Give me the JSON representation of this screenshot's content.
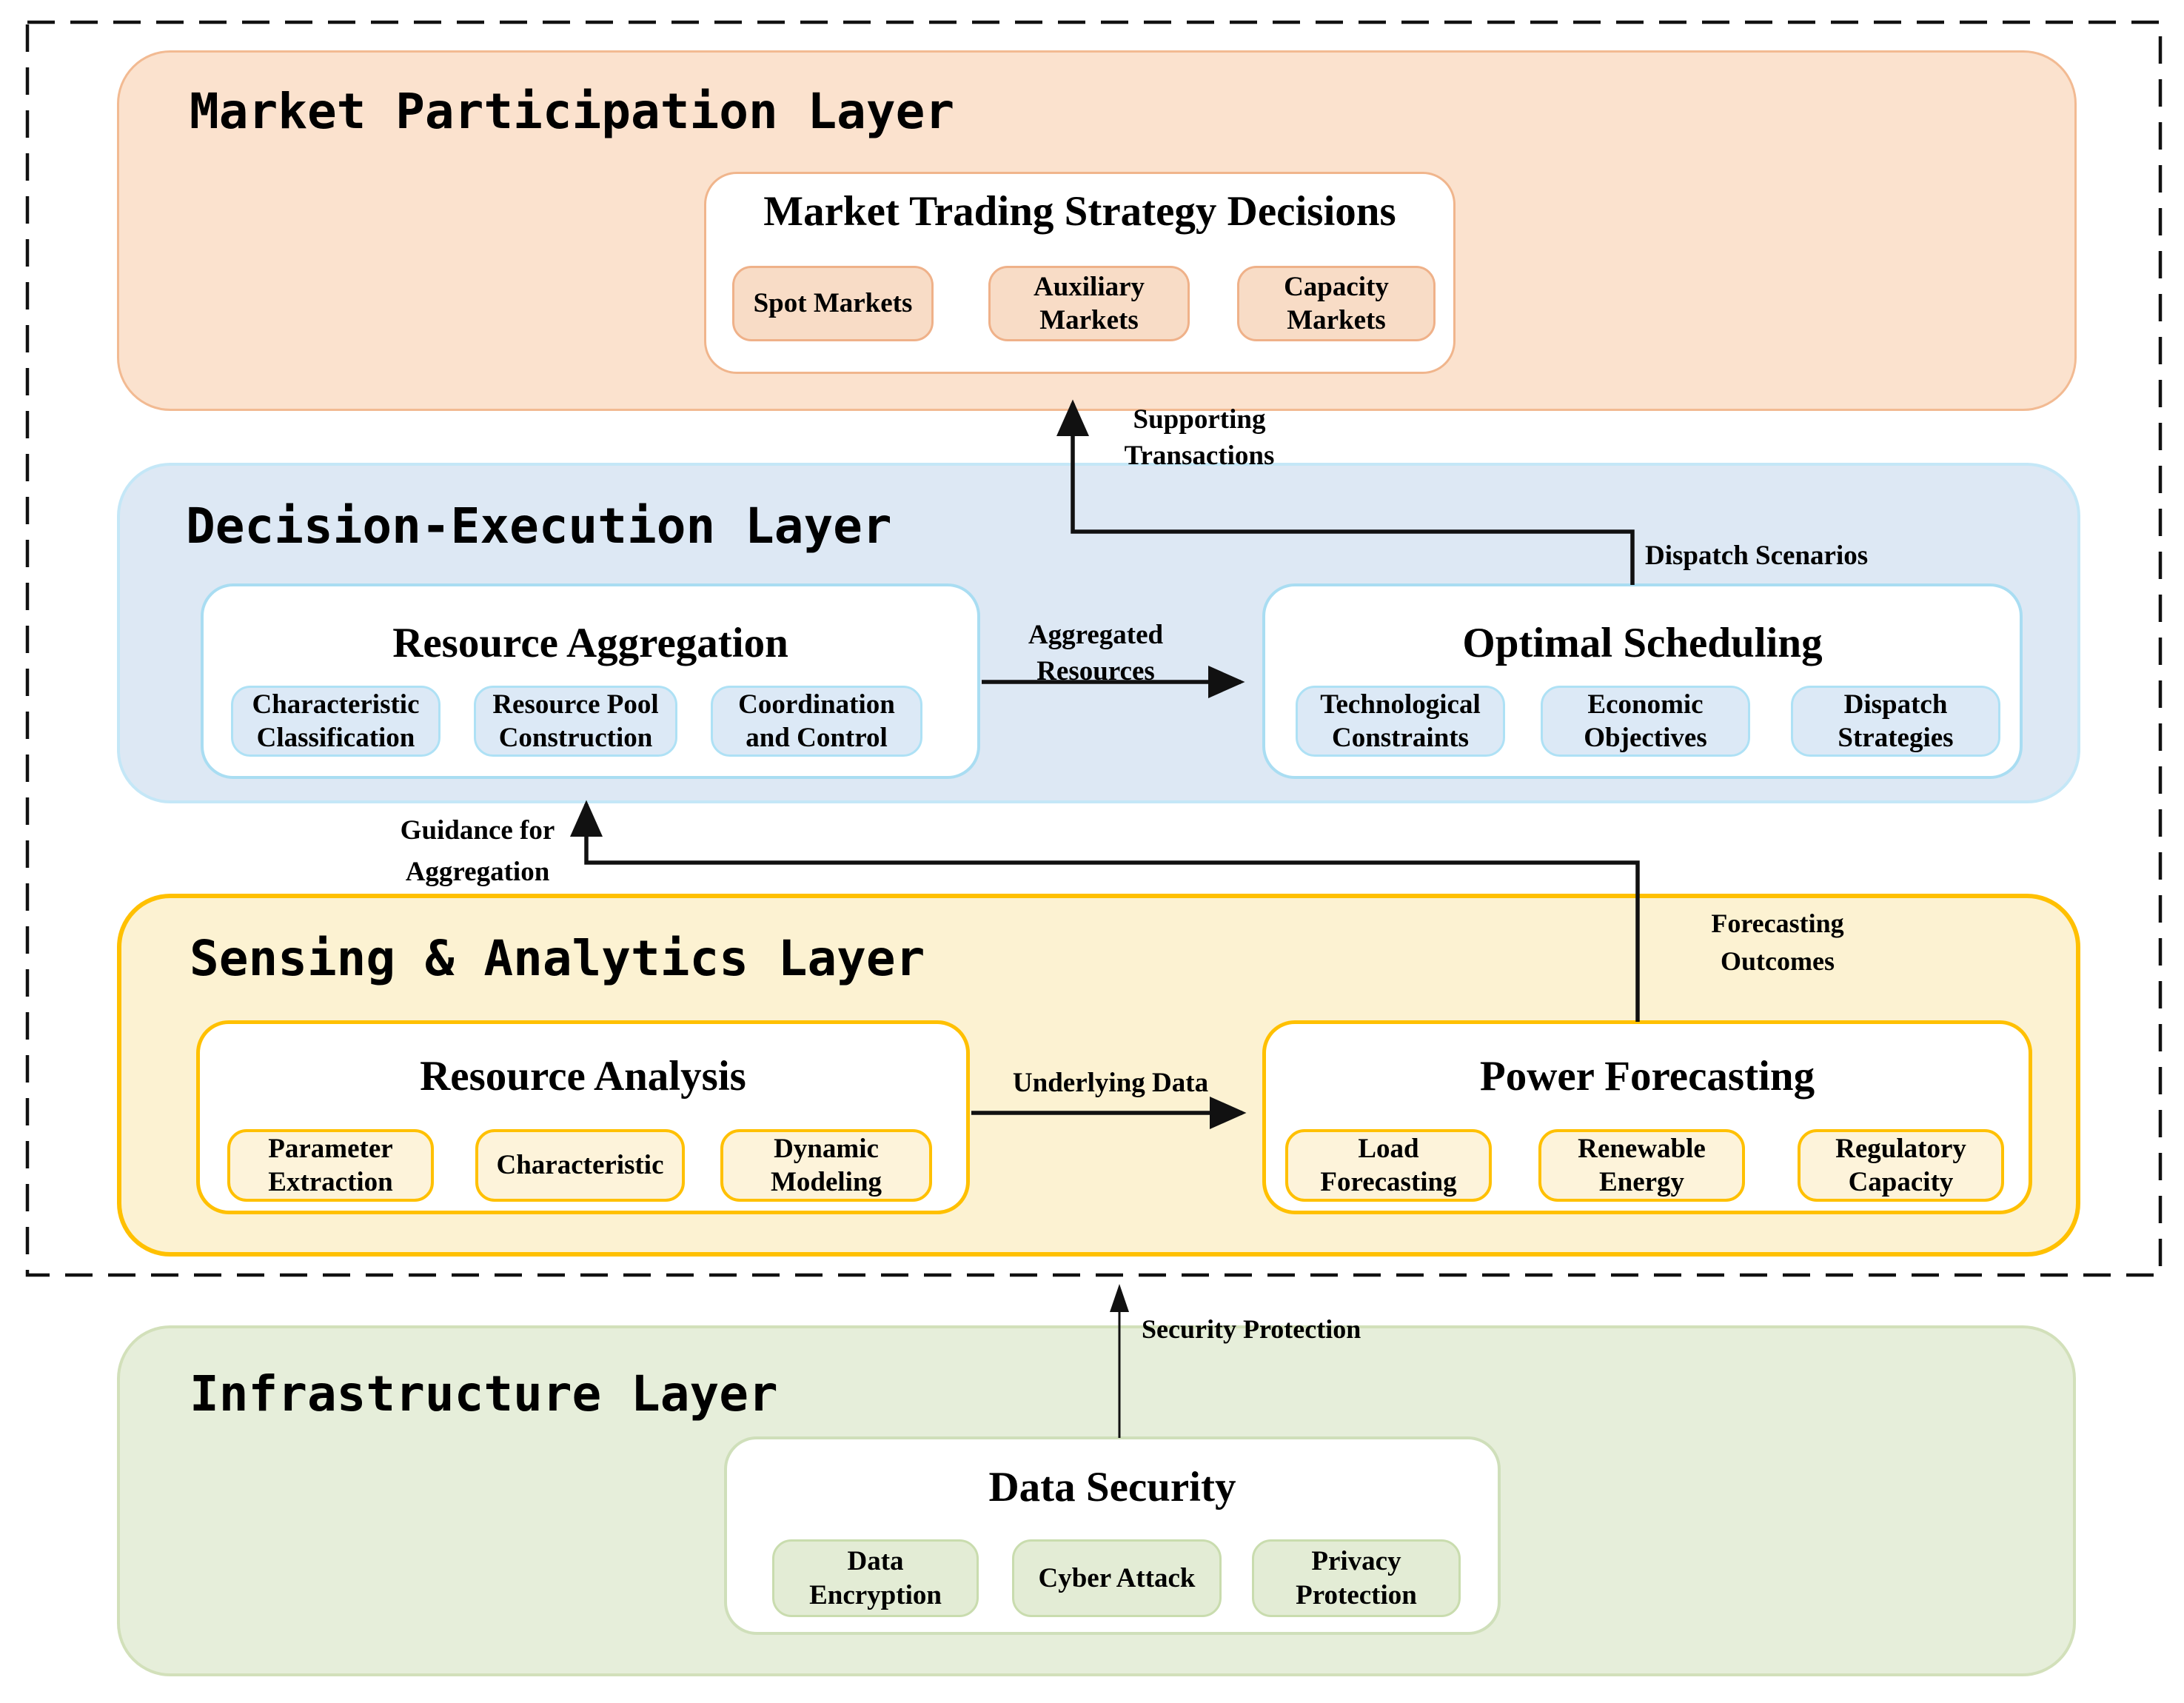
{
  "diagram": {
    "layers": {
      "market": {
        "title": "Market Participation Layer",
        "box": {
          "title": "Market Trading Strategy Decisions",
          "items": [
            "Spot Markets",
            "Auxiliary Markets",
            "Capacity Markets"
          ]
        }
      },
      "decision": {
        "title": "Decision-Execution Layer",
        "aggregation": {
          "title": "Resource Aggregation",
          "items": [
            "Characteristic Classification",
            "Resource Pool Construction",
            "Coordination and Control"
          ]
        },
        "scheduling": {
          "title": "Optimal Scheduling",
          "items": [
            "Technological Constraints",
            "Economic Objectives",
            "Dispatch Strategies"
          ]
        }
      },
      "sensing": {
        "title": "Sensing & Analytics Layer",
        "analysis": {
          "title": "Resource Analysis",
          "items": [
            "Parameter Extraction",
            "Characteristic",
            "Dynamic Modeling"
          ]
        },
        "forecasting": {
          "title": "Power Forecasting",
          "items": [
            "Load Forecasting",
            "Renewable Energy",
            "Regulatory Capacity"
          ]
        }
      },
      "infrastructure": {
        "title": "Infrastructure Layer",
        "security": {
          "title": "Data Security",
          "items": [
            "Data Encryption",
            "Cyber Attack",
            "Privacy Protection"
          ]
        }
      }
    },
    "flows": {
      "supporting_transactions": "Supporting\nTransactions",
      "dispatch_scenarios": "Dispatch Scenarios",
      "aggregated_resources": "Aggregated\nResources",
      "guidance_for_aggregation": "Guidance for\nAggregation",
      "forecasting_outcomes": "Forecasting\nOutcomes",
      "underlying_data": "Underlying Data",
      "security_protection": "Security Protection"
    },
    "colors": {
      "market_fill": "#FBE2CE",
      "market_border": "#F2BA92",
      "decision_fill": "#DDE8F4",
      "decision_border": "#C4E7F7",
      "sensing_fill": "#FCF2D2",
      "sensing_border": "#FFC000",
      "infrastructure_fill": "#E6EEDA",
      "infrastructure_border": "#D2E0BA",
      "arrow": "#111111"
    }
  }
}
